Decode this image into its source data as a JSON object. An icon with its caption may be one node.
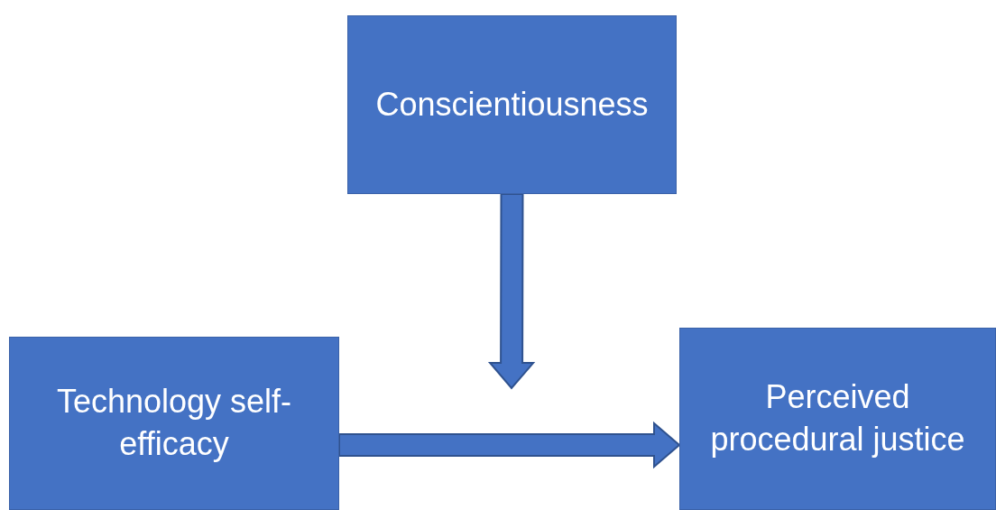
{
  "diagram": {
    "nodes": [
      {
        "text": [
          "Conscientiousness"
        ]
      },
      {
        "text": [
          "Technology self-efficacy"
        ]
      },
      {
        "text": [
          "Perceived procedural justice"
        ]
      }
    ],
    "edges": [
      {
        "from": 0,
        "to": null,
        "arrow": "to",
        "style": "thick"
      },
      {
        "from": 1,
        "to": 2,
        "arrow": "to",
        "style": "thick"
      }
    ]
  }
}
